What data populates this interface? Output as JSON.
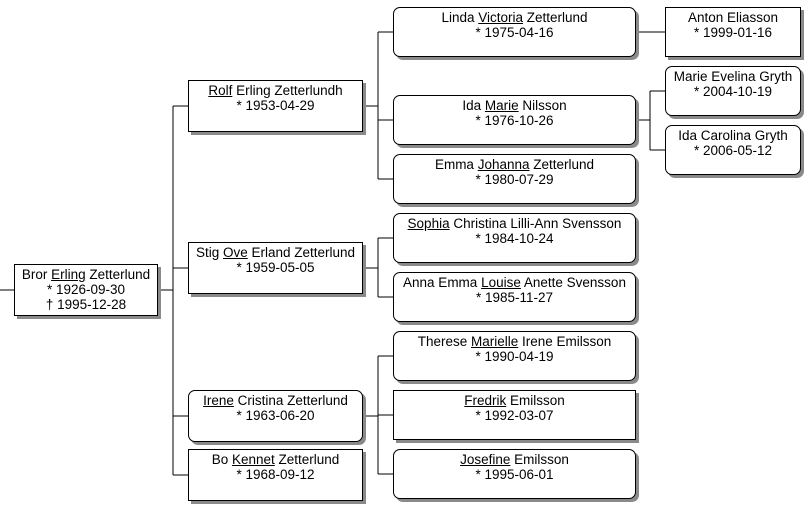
{
  "people": {
    "bror": {
      "name": [
        {
          "t": "Bror "
        },
        {
          "t": "Erling",
          "u": true
        },
        {
          "t": " Zetterlund"
        }
      ],
      "dates": [
        "* 1926-09-30",
        "† 1995-12-28"
      ]
    },
    "rolf": {
      "name": [
        {
          "t": "Rolf",
          "u": true
        },
        {
          "t": " Erling Zetterlundh"
        }
      ],
      "dates": [
        "* 1953-04-29"
      ]
    },
    "stig": {
      "name": [
        {
          "t": "Stig "
        },
        {
          "t": "Ove",
          "u": true
        },
        {
          "t": " Erland Zetterlund"
        }
      ],
      "dates": [
        "* 1959-05-05"
      ]
    },
    "irene": {
      "name": [
        {
          "t": "Irene",
          "u": true
        },
        {
          "t": " Cristina Zetterlund"
        }
      ],
      "dates": [
        "* 1963-06-20"
      ]
    },
    "bo": {
      "name": [
        {
          "t": "Bo "
        },
        {
          "t": "Kennet",
          "u": true
        },
        {
          "t": " Zetterlund"
        }
      ],
      "dates": [
        "* 1968-09-12"
      ]
    },
    "linda": {
      "name": [
        {
          "t": "Linda "
        },
        {
          "t": "Victoria",
          "u": true
        },
        {
          "t": " Zetterlund"
        }
      ],
      "dates": [
        "* 1975-04-16"
      ]
    },
    "ida": {
      "name": [
        {
          "t": "Ida "
        },
        {
          "t": "Marie",
          "u": true
        },
        {
          "t": " Nilsson"
        }
      ],
      "dates": [
        "* 1976-10-26"
      ]
    },
    "emma": {
      "name": [
        {
          "t": "Emma "
        },
        {
          "t": "Johanna",
          "u": true
        },
        {
          "t": " Zetterlund"
        }
      ],
      "dates": [
        "* 1980-07-29"
      ]
    },
    "sophia": {
      "name": [
        {
          "t": "Sophia",
          "u": true
        },
        {
          "t": " Christina Lilli-Ann Svensson"
        }
      ],
      "dates": [
        "* 1984-10-24"
      ]
    },
    "anna": {
      "name": [
        {
          "t": "Anna Emma "
        },
        {
          "t": "Louise",
          "u": true
        },
        {
          "t": " Anette Svensson"
        }
      ],
      "dates": [
        "* 1985-11-27"
      ]
    },
    "therese": {
      "name": [
        {
          "t": "Therese "
        },
        {
          "t": "Marielle",
          "u": true
        },
        {
          "t": " Irene Emilsson"
        }
      ],
      "dates": [
        "* 1990-04-19"
      ]
    },
    "fredrik": {
      "name": [
        {
          "t": "Fredrik",
          "u": true
        },
        {
          "t": " Emilsson"
        }
      ],
      "dates": [
        "* 1992-03-07"
      ]
    },
    "josefine": {
      "name": [
        {
          "t": "Josefine",
          "u": true
        },
        {
          "t": " Emilsson"
        }
      ],
      "dates": [
        "* 1995-06-01"
      ]
    },
    "anton": {
      "name": [
        {
          "t": "Anton Eliasson"
        }
      ],
      "dates": [
        "* 1999-01-16"
      ]
    },
    "marie": {
      "name": [
        {
          "t": "Marie Evelina Gryth"
        }
      ],
      "dates": [
        "* 2004-10-19"
      ]
    },
    "idac": {
      "name": [
        {
          "t": "Ida Carolina Gryth"
        }
      ],
      "dates": [
        "* 2006-05-12"
      ]
    }
  }
}
